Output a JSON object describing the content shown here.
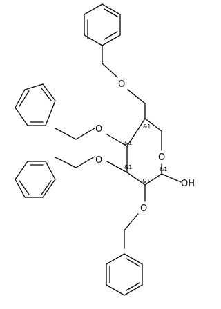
{
  "structure": {
    "atoms": {
      "ring_oxygen": "O",
      "anomeric_oh": "OH",
      "c6_ether_oxygen": "O",
      "c4_ether_oxygen": "O",
      "c3_ether_oxygen": "O",
      "c2_ether_oxygen": "O"
    },
    "stereo_labels": {
      "c1": "&1",
      "c2": "&1",
      "c3": "&1",
      "c4": "&1",
      "c5": "&1"
    }
  }
}
